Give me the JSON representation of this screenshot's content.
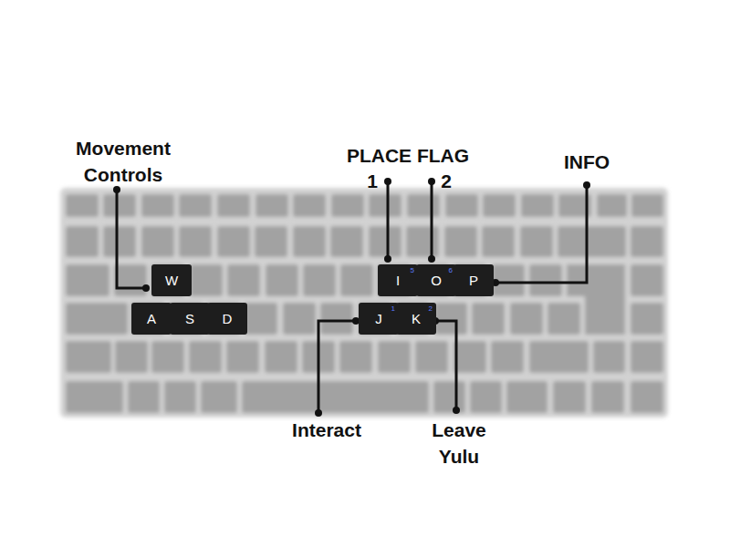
{
  "diagram": {
    "nodes": [
      {
        "text": [
          "W"
        ]
      },
      {
        "text": [
          "I",
          "5"
        ]
      },
      {
        "text": [
          "O",
          "6"
        ]
      },
      {
        "text": [
          "P"
        ]
      },
      {
        "text": [
          "A"
        ]
      },
      {
        "text": [
          "S"
        ]
      },
      {
        "text": [
          "D"
        ]
      },
      {
        "text": [
          "J",
          "1"
        ]
      },
      {
        "text": [
          "K",
          "2"
        ]
      }
    ],
    "labels": [
      "Movement Controls",
      "PLACE FLAG",
      "INFO",
      "1",
      "2",
      "Interact",
      "Leave Yulu"
    ]
  }
}
